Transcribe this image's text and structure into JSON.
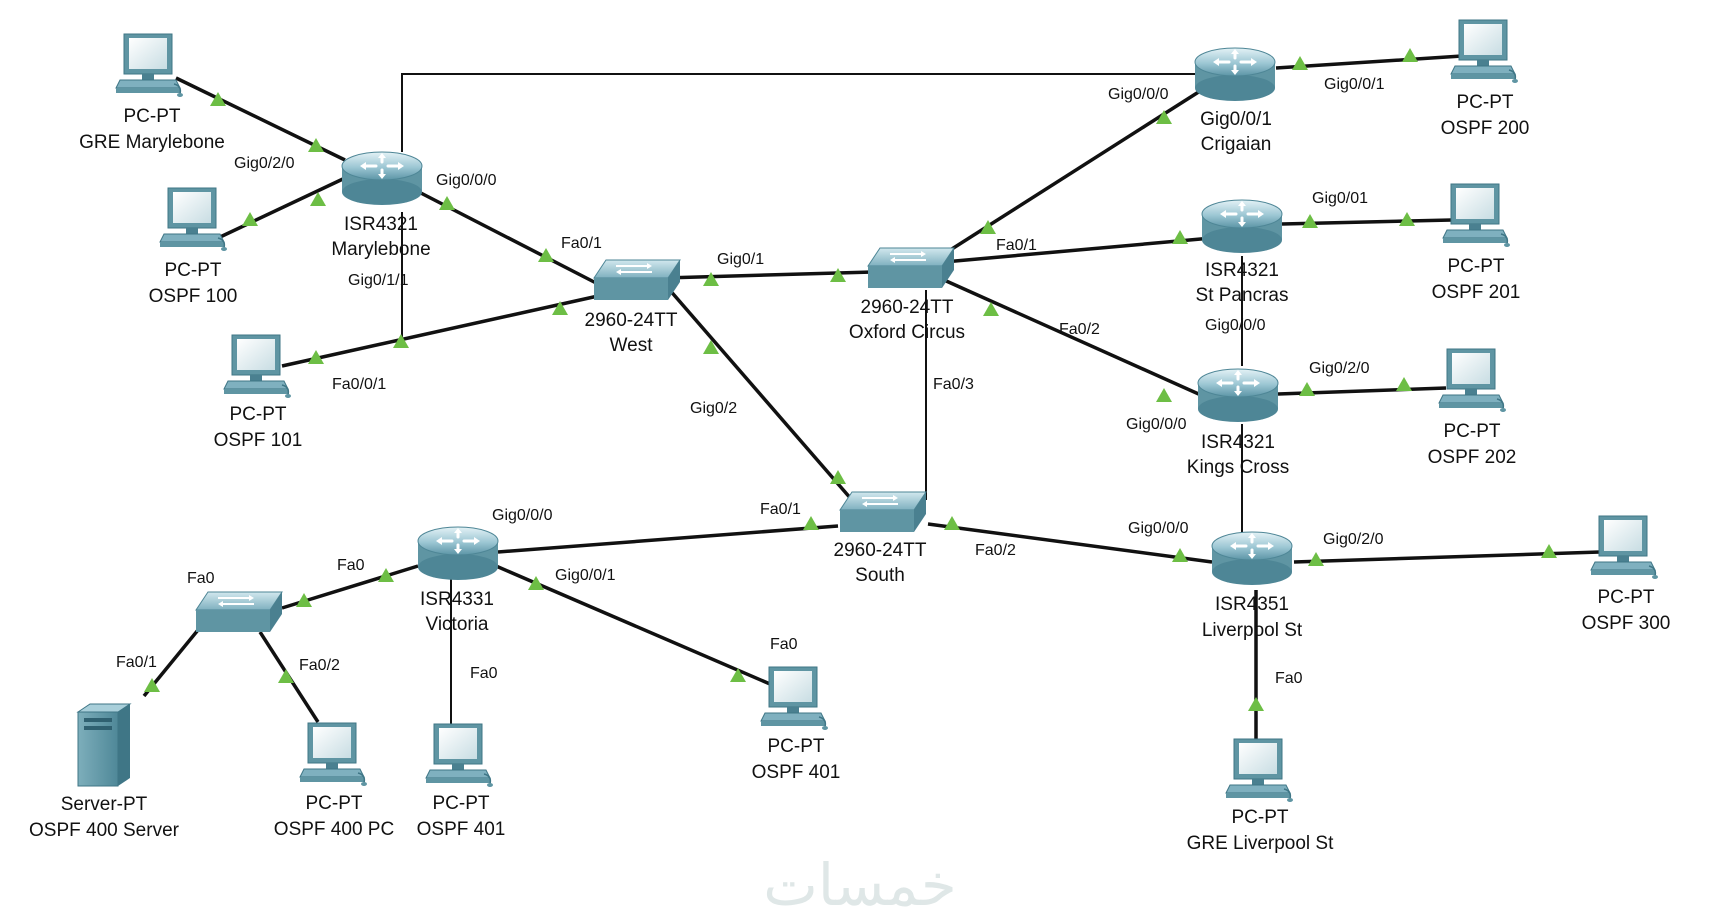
{
  "watermark": "خمسات",
  "colors": {
    "link": "#111111",
    "link_up_marker": "#6dbe45",
    "device_body": "#5f95a3",
    "device_light": "#b8d9e2"
  },
  "devices": {
    "r_marylebone": {
      "model": "ISR4321",
      "name": "Marylebone",
      "icon": "router-icon"
    },
    "r_cricklewood": {
      "model": "Gig0/0/1",
      "name": "Crigaian",
      "icon": "router-icon"
    },
    "r_stpancras": {
      "model": "ISR4321",
      "name": "St Pancras",
      "icon": "router-icon"
    },
    "r_kingscross": {
      "model": "ISR4321",
      "name": "Kings Cross",
      "icon": "router-icon"
    },
    "r_liverpool": {
      "model": "ISR4351",
      "name": "Liverpool St",
      "icon": "router-icon"
    },
    "r_victoria": {
      "model": "ISR4331",
      "name": "Victoria",
      "icon": "router-icon"
    },
    "s_west": {
      "model": "2960-24TT",
      "name": "West",
      "icon": "switch-icon"
    },
    "s_oxford": {
      "model": "2960-24TT",
      "name": "Oxford Circus",
      "icon": "switch-icon"
    },
    "s_south": {
      "model": "2960-24TT",
      "name": "South",
      "icon": "switch-icon"
    },
    "s_victoria": {
      "model": "",
      "name": "",
      "icon": "switch-icon"
    },
    "pc_gre_mary": {
      "model": "PC-PT",
      "name": "GRE Marylebone",
      "icon": "pc-icon"
    },
    "pc_ospf100": {
      "model": "PC-PT",
      "name": "OSPF 100",
      "icon": "pc-icon"
    },
    "pc_ospf101": {
      "model": "PC-PT",
      "name": "OSPF 101",
      "icon": "pc-icon"
    },
    "pc_ospf200": {
      "model": "PC-PT",
      "name": "OSPF 200",
      "icon": "pc-icon"
    },
    "pc_ospf201": {
      "model": "PC-PT",
      "name": "OSPF 201",
      "icon": "pc-icon"
    },
    "pc_ospf202": {
      "model": "PC-PT",
      "name": "OSPF 202",
      "icon": "pc-icon"
    },
    "pc_ospf300": {
      "model": "PC-PT",
      "name": "OSPF 300",
      "icon": "pc-icon"
    },
    "pc_gre_liv": {
      "model": "PC-PT",
      "name": "GRE Liverpool St",
      "icon": "pc-icon"
    },
    "pc_ospf401b": {
      "model": "PC-PT",
      "name": "OSPF 401",
      "icon": "pc-icon"
    },
    "pc_ospf401a": {
      "model": "PC-PT",
      "name": "OSPF 401",
      "icon": "pc-icon"
    },
    "pc_ospf400pc": {
      "model": "PC-PT",
      "name": "OSPF 400 PC",
      "icon": "pc-icon"
    },
    "srv_ospf400": {
      "model": "Server-PT",
      "name": "OSPF 400 Server",
      "icon": "server-icon"
    }
  },
  "port_labels": {
    "mary_gig020": "Gig0/2/0",
    "mary_gig000": "Gig0/0/0",
    "mary_gig011": "Gig0/1/1",
    "fa001": "Fa0/0/1",
    "west_fa01": "Fa0/1",
    "west_gig01": "Gig0/1",
    "west_gig02": "Gig0/2",
    "crick_gig000": "Gig0/0/0",
    "crick_gig001": "Gig0/0/1",
    "oxford_fa01": "Fa0/1",
    "oxford_fa02": "Fa0/2",
    "oxford_fa03": "Fa0/3",
    "stp_gig001": "Gig0/01",
    "stp_gig000": "Gig0/0/0",
    "kc_gig000": "Gig0/0/0",
    "kc_gig020": "Gig0/2/0",
    "south_fa01": "Fa0/1",
    "south_fa02": "Fa0/2",
    "liv_gig000": "Gig0/0/0",
    "liv_gig020": "Gig0/2/0",
    "liv_fa0": "Fa0",
    "vic_gig000": "Gig0/0/0",
    "vic_gig001": "Gig0/0/1",
    "vic_fa0_down": "Fa0",
    "vic_fa0": "Fa0",
    "vsw_fa0": "Fa0",
    "vsw_fa01": "Fa0/1",
    "vsw_fa02": "Fa0/2",
    "pc401a_fa0": "Fa0"
  }
}
